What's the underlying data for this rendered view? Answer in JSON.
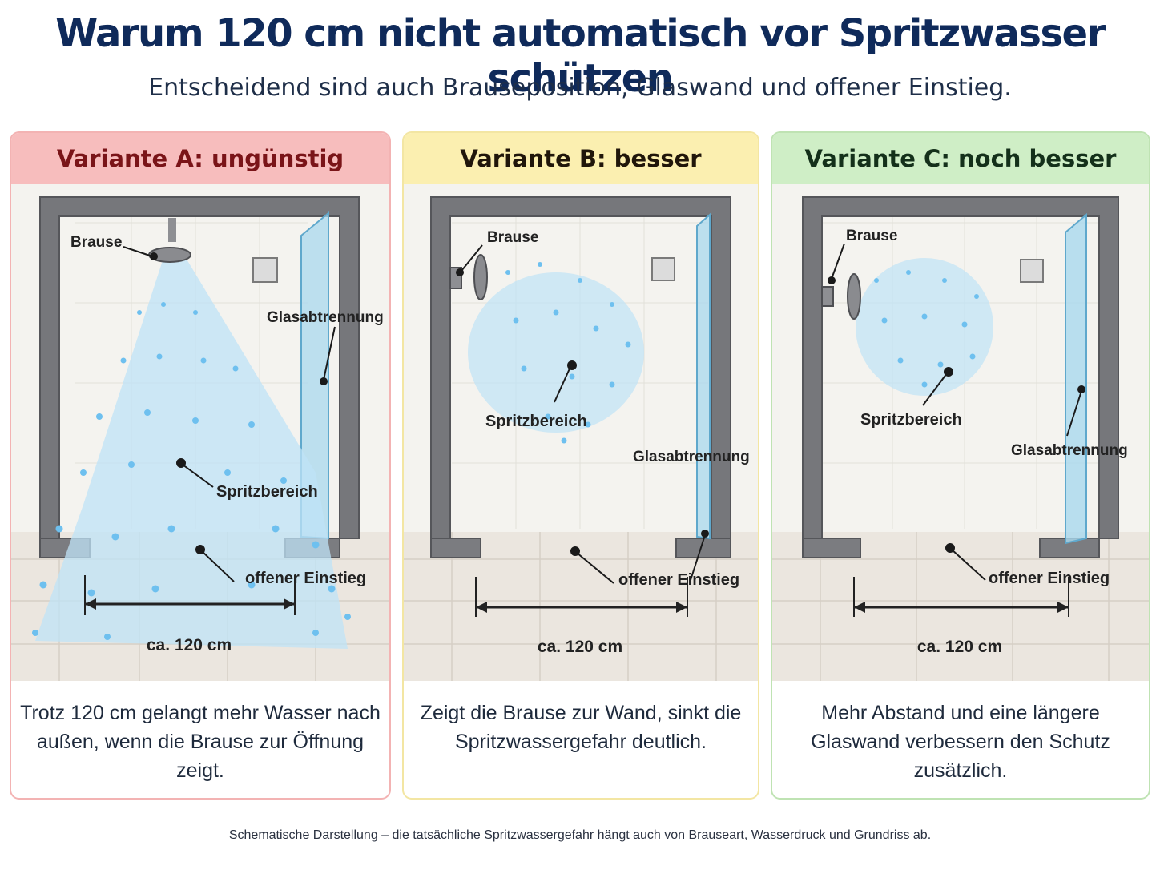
{
  "title": "Warum 120 cm nicht automatisch vor Spritzwasser schützen",
  "subtitle": "Entscheidend sind auch Brauseposition, Glaswand und offener Einstieg.",
  "colors": {
    "red_header": "#f7bdbd",
    "red_border": "#f3b3b3",
    "red_text": "#7a1418",
    "yellow_header": "#fbefb0",
    "yellow_border": "#f3e6a3",
    "yellow_text": "#20160a",
    "green_header": "#cfeec6",
    "green_border": "#bfe3b3",
    "green_text": "#14301a",
    "frame": "#6e6f73",
    "water": "#7ec4ee",
    "glass": "#a9d8ee"
  },
  "panels": [
    {
      "header": "Variante A: ungünstig",
      "labels": {
        "shower": "Brause",
        "glass": "Glasabtrennung",
        "spray": "Spritzbereich",
        "entry": "offener Einstieg",
        "width": "ca. 120 cm"
      },
      "caption": "Trotz 120 cm gelangt mehr Wasser nach außen, wenn die Brause zur Öffnung zeigt."
    },
    {
      "header": "Variante B: besser",
      "labels": {
        "shower": "Brause",
        "glass": "Glasabtrennung",
        "spray": "Spritzbereich",
        "entry": "offener Einstieg",
        "width": "ca. 120 cm"
      },
      "caption": "Zeigt die Brause zur Wand, sinkt die Spritzwassergefahr deutlich."
    },
    {
      "header": "Variante C: noch besser",
      "labels": {
        "shower": "Brause",
        "glass": "Glasabtrennung",
        "spray": "Spritzbereich",
        "entry": "offener Einstieg",
        "width": "ca. 120 cm"
      },
      "caption": "Mehr Abstand und eine längere Glaswand verbessern den Schutz zusätzlich."
    }
  ],
  "footer": "Schematische Darstellung – die tatsächliche Spritzwassergefahr hängt auch von Brauseart, Wasserdruck und Grundriss ab."
}
